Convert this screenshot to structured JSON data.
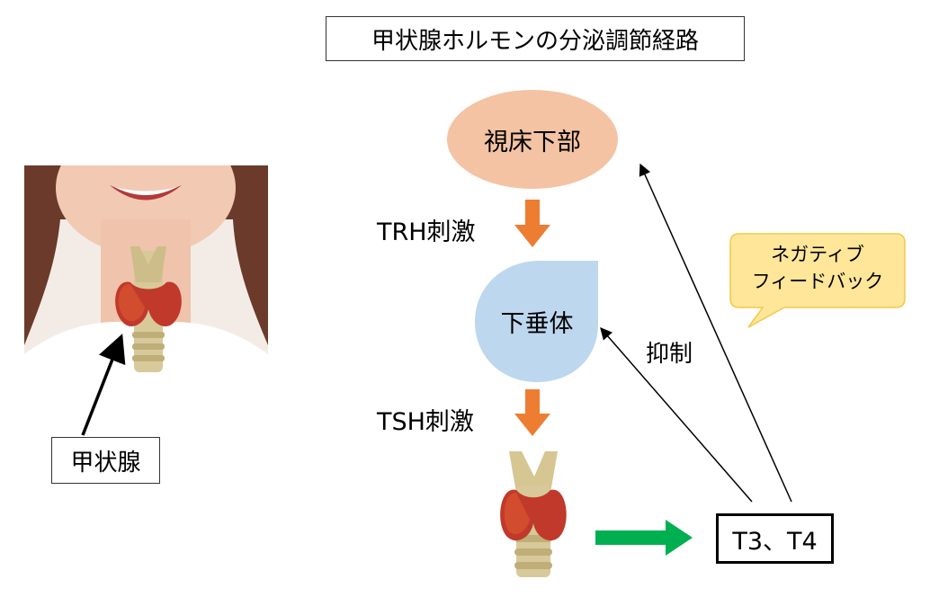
{
  "title": "甲状腺ホルモンの分泌調節経路",
  "nodes": {
    "hypothalamus": "視床下部",
    "pituitary": "下垂体",
    "hormones": "T3、T4"
  },
  "stimuli": {
    "trh": "TRH刺激",
    "tsh": "TSH刺激"
  },
  "inhibition": "抑制",
  "callout": {
    "line1": "ネガティブ",
    "line2": "フィードバック"
  },
  "thyroid_label": "甲状腺",
  "colors": {
    "hypothalamus_fill": "#f4c3a3",
    "pituitary_fill": "#bdd7ee",
    "orange_arrow": "#ed7d31",
    "green_arrow": "#00b050",
    "callout_fill": "#ffe699",
    "callout_border": "#f2c94c"
  }
}
